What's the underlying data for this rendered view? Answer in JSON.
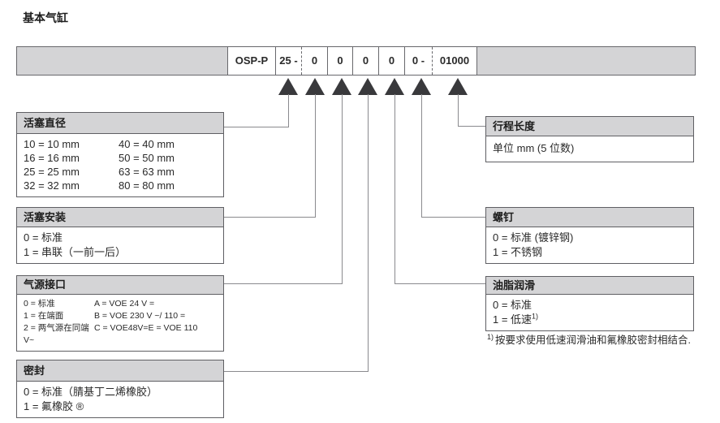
{
  "page": {
    "title": "基本气缸"
  },
  "code_bar": {
    "cells": [
      "OSP-P",
      "25 -",
      "0",
      "0",
      "0",
      "0",
      "0 -",
      "01000"
    ]
  },
  "boxes": {
    "piston_diameter": {
      "title": "活塞直径",
      "rows": [
        {
          "c1": "10 = 10 mm",
          "c2": "40 = 40 mm"
        },
        {
          "c1": "16 = 16 mm",
          "c2": "50 = 50 mm"
        },
        {
          "c1": "25 = 25 mm",
          "c2": "63 = 63 mm"
        },
        {
          "c1": "32 = 32 mm",
          "c2": "80 = 80 mm"
        }
      ]
    },
    "piston_mounting": {
      "title": "活塞安装",
      "options": [
        "0 = 标准",
        "1 = 串联（一前一后）"
      ]
    },
    "air_supply": {
      "title": "气源接口",
      "rows": [
        {
          "c1": "0 = 标准",
          "c2": "A = VOE 24 V ="
        },
        {
          "c1": "1 = 在端面",
          "c2": "B = VOE 230 V ~/ 110 ="
        },
        {
          "c1": "2 = 两气源在同端",
          "c2": "C = VOE48V=E = VOE 110"
        },
        {
          "c1": "V~",
          "c2": ""
        }
      ]
    },
    "seal": {
      "title": "密封",
      "options": [
        "0 = 标准（腈基丁二烯橡胶）",
        "1 = 氟橡胶 ®"
      ]
    },
    "stroke_length": {
      "title": "行程长度",
      "options": [
        "单位 mm (5 位数)"
      ]
    },
    "screws": {
      "title": "螺钉",
      "options": [
        "0 = 标准 (镀锌钢)",
        "1 = 不锈钢"
      ]
    },
    "grease": {
      "title": "油脂润滑",
      "options": [
        "0 = 标准",
        {
          "text": "1 = 低速",
          "sup": "1)"
        }
      ]
    }
  },
  "footnote": {
    "sup": "1)",
    "text": "按要求使用低速润滑油和氟橡胶密封相结合."
  },
  "colors": {
    "header_fill": "#d4d4d6",
    "box_border": "#5f5f63",
    "bar_border": "#68686c",
    "arrow": "#39393c",
    "connector": "#8a8a8e",
    "text": "#222222"
  }
}
